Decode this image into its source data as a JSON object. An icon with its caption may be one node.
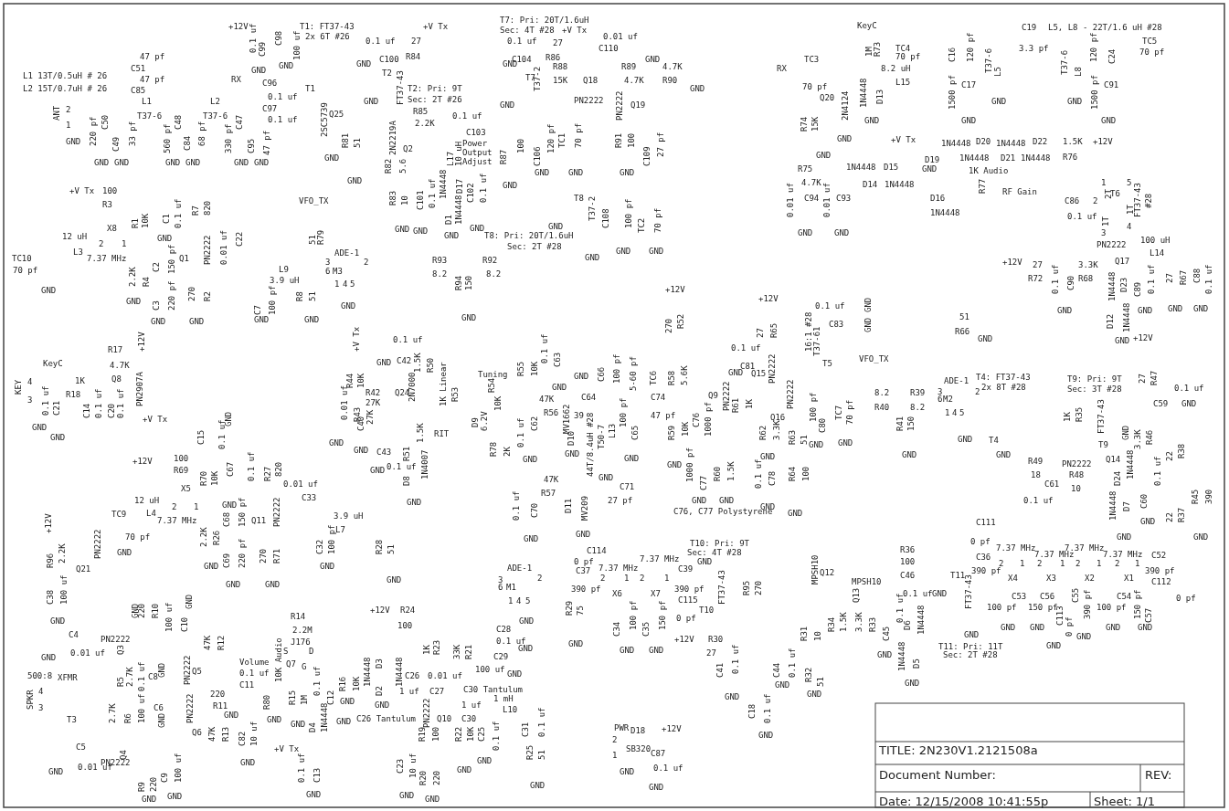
{
  "diagram": {
    "labels": [
      "+12V",
      "T1: FT37-43",
      "2x 6T #26",
      "0.1 uf",
      "C99",
      "C98",
      "100 uf",
      "GND",
      "GND",
      "T1",
      "47 pf",
      "C51",
      "L1 13T/0.5uH # 26",
      "L2 15T/0.7uH # 26",
      "47 pf",
      "C85",
      "L1",
      "T37-6",
      "L2",
      "T37-6",
      "RX",
      "C96",
      "0.1 uf",
      "C97",
      "0.1 uf",
      "ANT",
      "2",
      "1",
      "GND",
      "220 pf",
      "C50",
      "C49",
      "33 pf",
      "560 pf",
      "C48",
      "C84",
      "68 pf",
      "330 pf",
      "C47",
      "C95",
      "47 pf",
      "GND",
      "GND",
      "GND",
      "GND",
      "GND",
      "GND",
      "2SC5739",
      "Q25",
      "GND",
      "R81",
      "51",
      "GND",
      "+V Tx",
      "100",
      "R3",
      "R1",
      "10K",
      "C1",
      "0.1 uf",
      "GND",
      "R7",
      "820",
      "X8",
      "12 uH",
      "L3",
      "2",
      "1",
      "7.37 MHz",
      "Q1",
      "PN2222",
      "C2",
      "150 pf",
      "TC10",
      "70 pf",
      "GND",
      "2.2K",
      "R4",
      "GND",
      "C3",
      "220 pf",
      "270",
      "R2",
      "GND",
      "GND",
      "0.01 uf",
      "C22",
      "L9",
      "3.9 uH",
      "C7",
      "100 pf",
      "GND",
      "R8",
      "51",
      "GND",
      "VFO_TX",
      "51",
      "R79",
      "ADE-1",
      "3",
      "6",
      "M3",
      "2",
      "1",
      "4",
      "5",
      "GND",
      "+V Tx",
      "27",
      "R84",
      "0.1 uf",
      "C100",
      "GND",
      "T2",
      "FT37-43",
      "GND",
      "T2: Pri: 9T",
      "Sec: 2T #26",
      "2N2219A",
      "Q2",
      "R85",
      "2.2K",
      "0.1 uf",
      "C103",
      "R82",
      "5.6",
      "R83",
      "10",
      "GND",
      "L17",
      "10 uH",
      "Power Output Adjust",
      "R87",
      "100",
      "GND",
      "1N4448",
      "D17",
      "C101",
      "0.1 uf",
      "GND",
      "D1",
      "1N4448",
      "GND",
      "C102",
      "0.1 uf",
      "GND",
      "T7: Pri: 20T/1.6uH",
      "Sec: 4T #28",
      "+V Tx",
      "0.1 uf",
      "C104",
      "GND",
      "27",
      "R86",
      "T7",
      "T37-2",
      "GND",
      "R88",
      "15K",
      "Q18",
      "PN2222",
      "0.01 uf",
      "C110",
      "GND",
      "R89",
      "4.7K",
      "4.7K",
      "R90",
      "GND",
      "PN2222",
      "Q19",
      "C106",
      "120 pf",
      "GND",
      "TC1",
      "70 pf",
      "GND",
      "R91",
      "100",
      "GND",
      "C109",
      "27 pf",
      "T8",
      "T37-2",
      "GND",
      "GND",
      "C108",
      "100 pf",
      "GND",
      "TC2",
      "70 pf",
      "GND",
      "T8: Pri: 20T/1.6uH",
      "Sec: 2T #28",
      "R93",
      "8.2",
      "R92",
      "8.2",
      "R94",
      "150",
      "GND",
      "RX",
      "TC3",
      "70 pf",
      "KeyC",
      "1M",
      "R73",
      "TC4",
      "70 pf",
      "8.2 uH",
      "L15",
      "C16",
      "120 pf",
      "C19",
      "3.3 pf",
      "L5, L8 - 22T/1.6 uH #28",
      "TC5",
      "70 pf",
      "T37-6",
      "L5",
      "GND",
      "T37-6",
      "L8",
      "GND",
      "120 pf",
      "C24",
      "1500 pf",
      "C17",
      "GND",
      "1500 pf",
      "C91",
      "GND",
      "1N4448",
      "D13",
      "GND",
      "Q20",
      "2N4124",
      "GND",
      "R74",
      "15K",
      "GND",
      "+V Tx",
      "1N4448",
      "D19",
      "GND",
      "D20",
      "1N4448",
      "1N4448",
      "D21",
      "D22",
      "1N4448",
      "1.5K",
      "R76",
      "+12V",
      "R75",
      "4.7K",
      "1N4448",
      "D15",
      "D14",
      "1N4448",
      "1K Audio",
      "R77",
      "RF Gain",
      "C93",
      "0.01 uf",
      "GND",
      "0.01 uf",
      "C94",
      "GND",
      "D16",
      "1N4448",
      "1",
      "5",
      "C86",
      "2",
      "2T",
      "T6",
      "1T",
      "FT37-43",
      "#28",
      "0.1 uf",
      "1T",
      "3",
      "4",
      "PN2222",
      "100 uH",
      "L14",
      "+12V",
      "27",
      "R72",
      "3.3K",
      "R68",
      "Q17",
      "0.1 uf",
      "C90",
      "GND",
      "1N4448",
      "D23",
      "C89",
      "0.1 uf",
      "GND",
      "27",
      "R67",
      "GND",
      "C88",
      "0.1 uf",
      "GND",
      "D12",
      "1N4448",
      "GND",
      "51",
      "R66",
      "GND",
      "+12V",
      "0.1 uf",
      "C83",
      "GND",
      "GND",
      "T5",
      "VFO_TX",
      "T4: FT37-43",
      "2x 8T #28",
      "ADE-1",
      "3",
      "6",
      "M2",
      "2",
      "T9: Pri: 9T",
      "Sec: 3T #28",
      "27",
      "R47",
      "0.1 uf",
      "C59",
      "GND",
      "8.2",
      "R40",
      "R39",
      "8.2",
      "+12V",
      "R17",
      "KeyC",
      "4.7K",
      "KEY",
      "4",
      "3",
      "0.1 uf",
      "C21",
      "1K",
      "R18",
      "Q8",
      "PN2907A",
      "GND",
      "GND",
      "C14",
      "0.1 uf",
      "C20",
      "0.1 uf",
      "+V Tx",
      "+12V",
      "270",
      "R52",
      "+12V",
      "27",
      "R65",
      "0.1 uf",
      "C81",
      "GND",
      "Q15",
      "PN2222",
      "16:1 #28",
      "T37-61",
      "0.1 uf",
      "GND",
      "C42",
      "+V Tx",
      "R44",
      "10K",
      "R42",
      "27K",
      "Q24",
      "2N7000",
      "1.5K",
      "R50",
      "1K Linear",
      "R53",
      "Tuning",
      "R54",
      "10K",
      "R55",
      "10K",
      "0.1 uf",
      "C63",
      "GND",
      "GND",
      "C66",
      "100 pf",
      "5-60 pf",
      "TC6",
      "R58",
      "5.6K",
      "47K",
      "R56",
      "C64",
      "C74",
      "Q9",
      "PN2222",
      "R61",
      "1K",
      "Q16",
      "PN2222",
      "100 pf",
      "TC7",
      "70 pf",
      "0.01 uf",
      "C40",
      "R43",
      "27K",
      "GND",
      "GND",
      "C43",
      "0.1 uf",
      "GND",
      "R51",
      "1.5K",
      "D8",
      "1N4007",
      "GND",
      "RIT",
      "D9",
      "6.2V",
      "R78",
      "2K",
      "0.1 uf",
      "C62",
      "GND",
      "MV1662",
      "D10",
      "GND",
      "44T/8.4uH #28",
      "T50-7",
      "L13",
      "GND",
      "100 pf",
      "C65",
      "GND",
      "39",
      "47 pf",
      "R59",
      "10K",
      "GND",
      "C76",
      "1000 pf",
      "1000 pf",
      "C77",
      "GND",
      "R60",
      "1.5K",
      "GND",
      "C76, C77 Polystyrene",
      "R62",
      "3.3K",
      "GND",
      "R63",
      "51",
      "0.1 uf",
      "C78",
      "GND",
      "R64",
      "100",
      "GND",
      "47K",
      "R57",
      "C71",
      "27 pf",
      "0.1 uf",
      "C70",
      "GND",
      "D11",
      "MV209",
      "GND",
      "C80",
      "GND",
      "GND",
      "R41",
      "150",
      "GND",
      "1",
      "4",
      "5",
      "GND",
      "T4",
      "GND",
      "1K",
      "R35",
      "FT37-43",
      "T9",
      "GND",
      "R49",
      "PN2222",
      "Q14",
      "3.3K",
      "R46",
      "22",
      "R38",
      "18",
      "C61",
      "0.1 uf",
      "R48",
      "10",
      "D24",
      "1N4448",
      "C60",
      "0.1 uf",
      "GND",
      "1N4448",
      "D7",
      "GND",
      "22",
      "R37",
      "R45",
      "390",
      "GND",
      "MPSH10",
      "Q12",
      "MPSH10",
      "Q13",
      "C111",
      "0 pf",
      "R36",
      "7.37 MHz",
      "7.37 MHz",
      "7.37 MHz",
      "7.37 MHz",
      "C52",
      "100",
      "C36",
      "2",
      "1",
      "2",
      "1",
      "2",
      "1",
      "2",
      "1",
      "C46",
      "T11",
      "390 pf",
      "X4",
      "X3",
      "X2",
      "X1",
      "390 pf",
      "C112",
      "0.1 uf",
      "GND",
      "FT37-43",
      "C53",
      "C56",
      "0 pf",
      "100 pf",
      "150 pf",
      "C113",
      "0 pf",
      "C55",
      "390 pf",
      "100 pf",
      "C54",
      "150 pf",
      "C57",
      "GND",
      "GND",
      "GND",
      "GND",
      "GND",
      "GND",
      "GND",
      "T11: Pri: 11T",
      "Sec: 2T #28",
      "R34",
      "1.5K",
      "3.3K",
      "R33",
      "C45",
      "0.1 uf",
      "GND",
      "D6",
      "1N4448",
      "1N4448",
      "D5",
      "GND",
      "C114",
      "0 pf",
      "C37",
      "390 pf",
      "7.37 MHz",
      "7.37 MHz",
      "ADE-1",
      "3",
      "6",
      "M1",
      "2",
      "1",
      "4",
      "5",
      "GND",
      "2",
      "1",
      "2",
      "1",
      "X6",
      "X7",
      "C39",
      "390 pf",
      "C115",
      "0 pf",
      "GND",
      "T10",
      "FT37-43",
      "R95",
      "270",
      "T10: Pri: 9T",
      "Sec: 4T #28",
      "R29",
      "75",
      "GND",
      "C34",
      "100 pf",
      "GND",
      "C35",
      "150 pf",
      "GND",
      "+12V",
      "R30",
      "27",
      "C41",
      "0.1 uf",
      "GND",
      "R31",
      "10",
      "C44",
      "0.1 uf",
      "GND",
      "R32",
      "51",
      "GND",
      "C18",
      "0.1 uf",
      "GND",
      "C28",
      "0.1 uf",
      "GND",
      "C29",
      "100 uf",
      "GND",
      "R23",
      "1K",
      "33K",
      "R21",
      "C26",
      "0.01 uf",
      "C27",
      "C30 Tantulum",
      "1 uf",
      "1 mH",
      "L10",
      "C30",
      "PN2222",
      "Q10",
      "C25",
      "0.1 uf",
      "GND",
      "C31",
      "0.1 uf",
      "R25",
      "51",
      "GND",
      "R22",
      "10K",
      "GND",
      "R19",
      "100",
      "R20",
      "220",
      "GND",
      "C23",
      "10 uf",
      "GND",
      "PWR",
      "2",
      "D18",
      "+12V",
      "SB320",
      "1",
      "C87",
      "0.1 uf",
      "GND",
      "GND",
      "C15",
      "0.1 uf",
      "GND",
      "+12V",
      "100",
      "R69",
      "R70",
      "10K",
      "C67",
      "0.1 uf",
      "GND",
      "R27",
      "820",
      "0.01 uf",
      "C33",
      "X5",
      "12 uH",
      "L4",
      "2",
      "1",
      "7.37 MHz",
      "TC9",
      "70 pf",
      "GND",
      "2.2K",
      "R26",
      "GND",
      "C68",
      "150 pf",
      "Q11",
      "PN2222",
      "C69",
      "220 pf",
      "GND",
      "270",
      "R71",
      "GND",
      "3.9 uH",
      "L7",
      "C32",
      "100 pf",
      "GND",
      "R28",
      "51",
      "GND",
      "+12V",
      "R96",
      "2.2K",
      "Q21",
      "PN2222",
      "C38",
      "100 uf",
      "GND",
      "GND",
      "220",
      "R10",
      "100 uf",
      "C10",
      "GND",
      "C4",
      "0.01 uf",
      "GND",
      "PN2222",
      "Q3",
      "47K",
      "R12",
      "Volume",
      "10K Audio",
      "R80",
      "GND",
      "0.1 uf",
      "C11",
      "Q5",
      "PN2222",
      "R5",
      "2.7K",
      "0.1 uf",
      "C8",
      "GND",
      "500:8",
      "XFMR",
      "SPKR",
      "4",
      "3",
      "T3",
      "220",
      "R11",
      "GND",
      "C6",
      "100 uf",
      "GND",
      "2.7K",
      "R6",
      "PN2222",
      "Q6",
      "47K",
      "R13",
      "C82",
      "10 uf",
      "GND",
      "C5",
      "0.01 uf",
      "GND",
      "PN2222",
      "Q4",
      "R9",
      "220",
      "GND",
      "C9",
      "100 uf",
      "GND",
      "R14",
      "2.2M",
      "J176",
      "S",
      "D",
      "Q7",
      "G",
      "R15",
      "1M",
      "GND",
      "0.1 uf",
      "C12",
      "GND",
      "D4",
      "1N4448",
      "+V Tx",
      "0.1 uf",
      "C13",
      "GND",
      "R16",
      "10K",
      "GND",
      "1N4448",
      "D3",
      "D2",
      "1N4448",
      "GND",
      "C26 Tantulum",
      "+12V",
      "R24",
      "100",
      "1 uf",
      "TITLE:  2N230V1.2121508a",
      "Document Number:",
      "REV:",
      "Date: 12/15/2008 10:41:55p",
      "Sheet: 1/1"
    ]
  }
}
